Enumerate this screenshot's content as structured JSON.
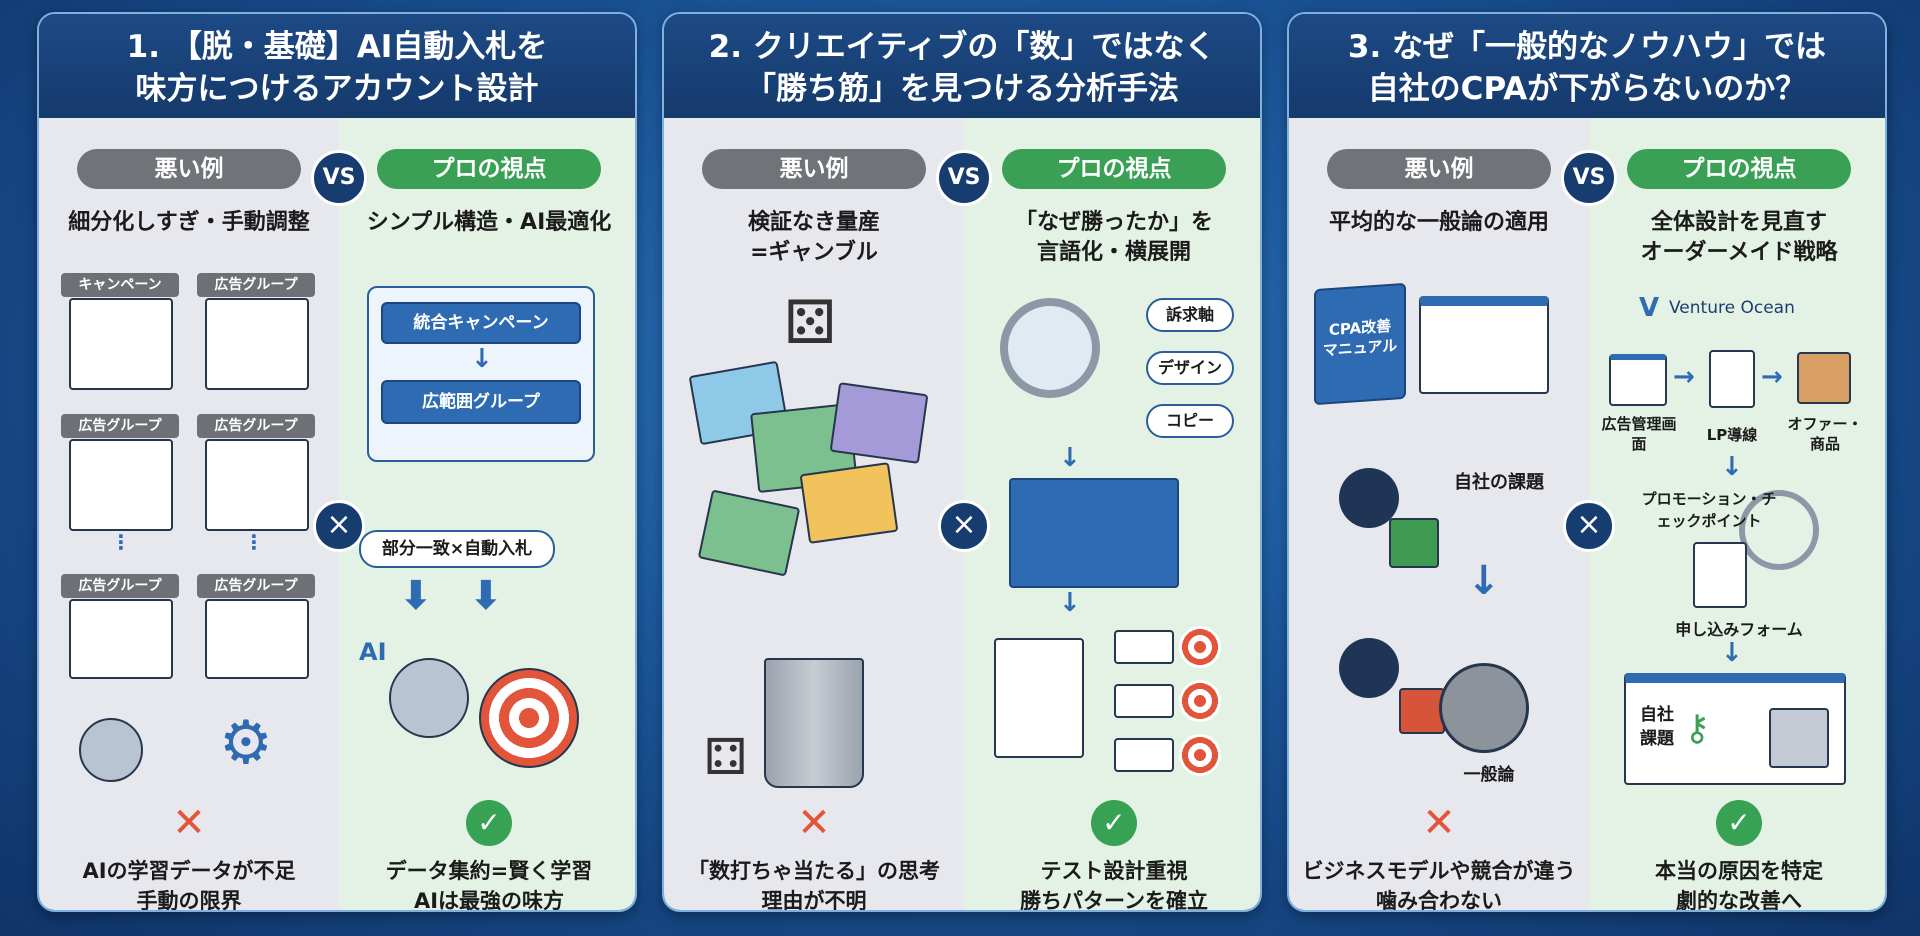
{
  "common": {
    "bad_label": "悪い例",
    "vs": "VS",
    "pro_label": "プロの視点",
    "cross": "×"
  },
  "panels": [
    {
      "title_l1": "1. 【脱・基礎】AI自動入札を",
      "title_l2": "味方につけるアカウント設計",
      "bad": {
        "subtitle": "細分化しすぎ・手動調整",
        "tags": [
          "キャンペーン",
          "広告グループ",
          "広告グループ",
          "広告グループ",
          "広告グループ",
          "広告グループ"
        ],
        "result_l1": "AIの学習データが不足",
        "result_l2": "手動の限界"
      },
      "pro": {
        "subtitle": "シンプル構造・AI最適化",
        "box1": "統合キャンペーン",
        "box2": "広範囲グループ",
        "pill": "部分一致×自動入札",
        "robot_label": "AI",
        "result_l1": "データ集約=賢く学習",
        "result_l2": "AIは最強の味方"
      }
    },
    {
      "title_l1": "2. クリエイティブの「数」ではなく",
      "title_l2": "「勝ち筋」を見つける分析手法",
      "bad": {
        "subtitle_l1": "検証なき量産",
        "subtitle_l2": "=ギャンブル",
        "result_l1": "「数打ちゃ当たる」の思考",
        "result_l2": "理由が不明"
      },
      "pro": {
        "subtitle_l1": "「なぜ勝ったか」を",
        "subtitle_l2": "言語化・横展開",
        "branches": [
          "訴求軸",
          "デザイン",
          "コピー"
        ],
        "result_l1": "テスト設計重視",
        "result_l2": "勝ちパターンを確立"
      }
    },
    {
      "title_l1": "3. なぜ「一般的なノウハウ」では",
      "title_l2": "自社のCPAが下がらないのか？",
      "bad": {
        "subtitle": "平均的な一般論の適用",
        "book": "CPA改善マニュアル",
        "own_issue": "自社の課題",
        "general": "一般論",
        "result_l1": "ビジネスモデルや競合が違う",
        "result_l2": "噛み合わない"
      },
      "pro": {
        "subtitle_l1": "全体設計を見直す",
        "subtitle_l2": "オーダーメイド戦略",
        "logo": "Venture Ocean",
        "flow": [
          "広告管理画面",
          "LP導線",
          "オファー・商品"
        ],
        "checkpoint": "プロモーション・チェックポイント",
        "form": "申し込みフォーム",
        "key_label": "自社課題",
        "result_l1": "本当の原因を特定",
        "result_l2": "劇的な改善へ"
      }
    }
  ]
}
